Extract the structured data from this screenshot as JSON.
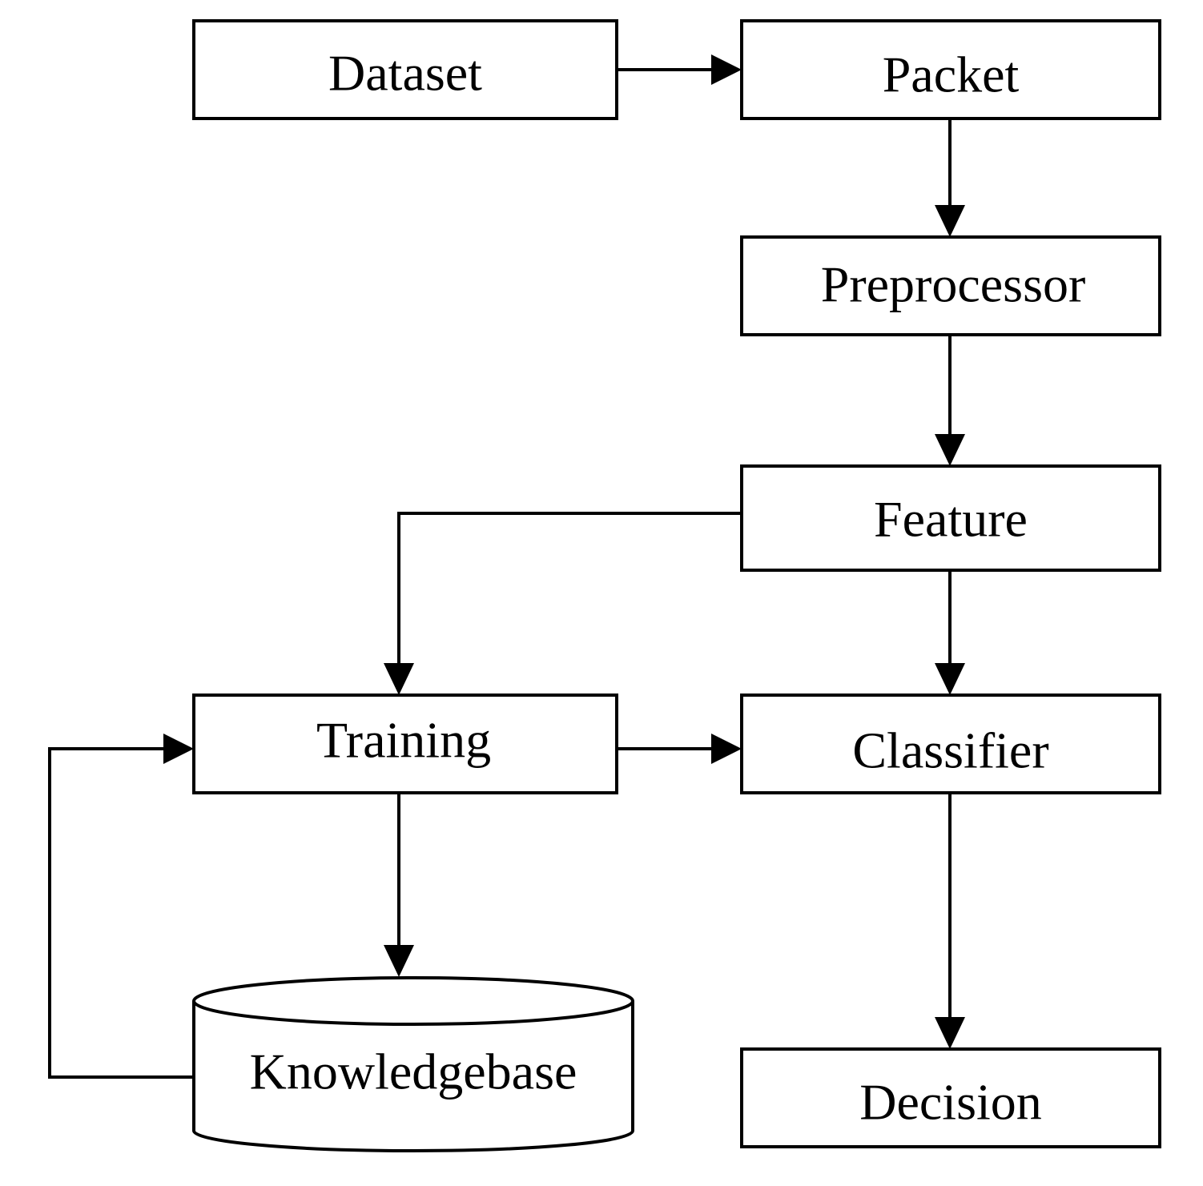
{
  "nodes": {
    "dataset": "Dataset",
    "packet": "Packet",
    "preprocessor": "Preprocessor",
    "feature": "Feature",
    "training": "Training",
    "classifier": "Classifier",
    "knowledgebase": "Knowledgebase",
    "decision": "Decision"
  },
  "colors": {
    "stroke": "#000000",
    "fill": "#ffffff"
  }
}
